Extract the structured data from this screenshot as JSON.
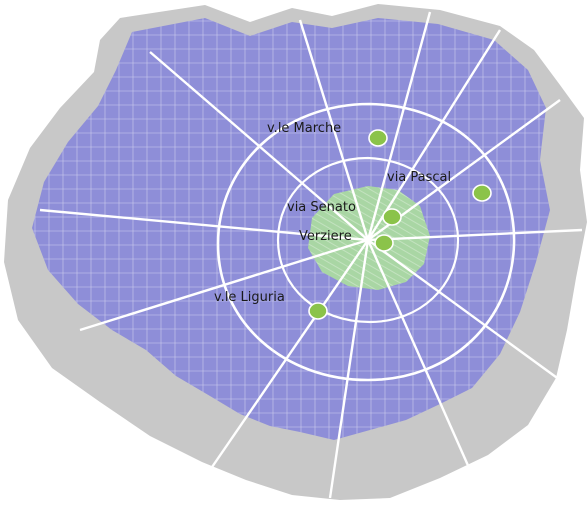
{
  "map": {
    "colors": {
      "city_boundary": "#c8c8c8",
      "urban_area": "#8e8ed8",
      "central_zone": "#a9d6a4",
      "roads": "#ffffff",
      "station": "#8bc34a"
    },
    "stations": [
      {
        "id": "v-le-marche",
        "label": "v.le Marche"
      },
      {
        "id": "via-pascal",
        "label": "via Pascal"
      },
      {
        "id": "via-senato",
        "label": "via Senato"
      },
      {
        "id": "verziere",
        "label": "Verziere"
      },
      {
        "id": "v-le-liguria",
        "label": "v.le Liguria"
      }
    ]
  }
}
